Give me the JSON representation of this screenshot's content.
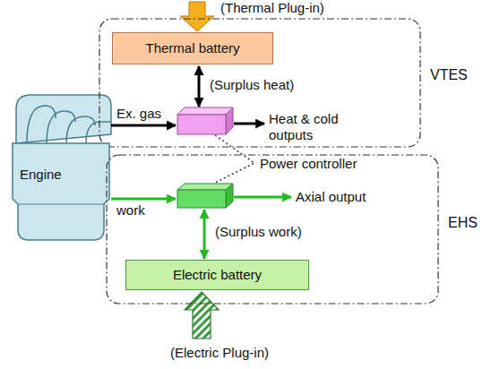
{
  "diagram": {
    "nodes": [
      {
        "text": [
          "VTES"
        ]
      },
      {
        "text": [
          "Thermal battery"
        ],
        "in": 0
      },
      {
        "text": [
          "Engine"
        ]
      },
      {
        "text": [
          "EHS"
        ]
      },
      {
        "text": [
          "Electric battery"
        ],
        "in": 3
      }
    ],
    "labels": [
      "(Thermal Plug-in)",
      "(Surplus heat)",
      "Ex. gas",
      "Heat & cold outputs",
      "Power controller",
      "work",
      "Axial output",
      "(Surplus work)",
      "(Electric Plug-in)"
    ]
  }
}
